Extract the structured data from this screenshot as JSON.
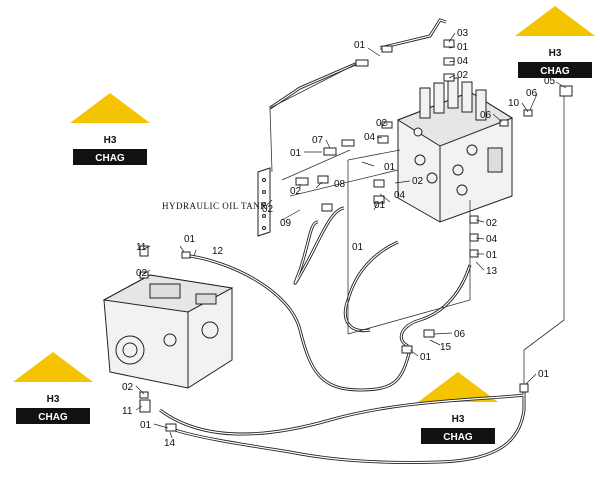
{
  "tank_label": "HYDRAULIC OIL TANK",
  "logo": {
    "mark": "H3",
    "name": "CHAG"
  },
  "callouts": [
    {
      "id": "01"
    },
    {
      "id": "03"
    },
    {
      "id": "01"
    },
    {
      "id": "04"
    },
    {
      "id": "02"
    },
    {
      "id": "05"
    },
    {
      "id": "06"
    },
    {
      "id": "10"
    },
    {
      "id": "06"
    },
    {
      "id": "07"
    },
    {
      "id": "01"
    },
    {
      "id": "04"
    },
    {
      "id": "02"
    },
    {
      "id": "01"
    },
    {
      "id": "02"
    },
    {
      "id": "08"
    },
    {
      "id": "01"
    },
    {
      "id": "04"
    },
    {
      "id": "02"
    },
    {
      "id": "02"
    },
    {
      "id": "09"
    },
    {
      "id": "11"
    },
    {
      "id": "01"
    },
    {
      "id": "12"
    },
    {
      "id": "02"
    },
    {
      "id": "01"
    },
    {
      "id": "02"
    },
    {
      "id": "04"
    },
    {
      "id": "01"
    },
    {
      "id": "13"
    },
    {
      "id": "06"
    },
    {
      "id": "15"
    },
    {
      "id": "01"
    },
    {
      "id": "01"
    },
    {
      "id": "02"
    },
    {
      "id": "11"
    },
    {
      "id": "01"
    },
    {
      "id": "14"
    }
  ]
}
